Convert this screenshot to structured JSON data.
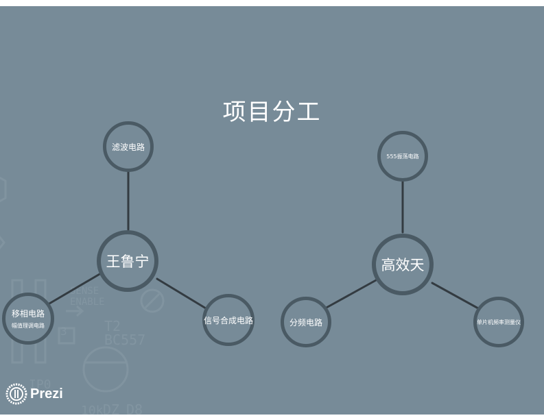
{
  "slide": {
    "title": "项目分工",
    "background": "#778b98",
    "node_border_color": "#4a5a64",
    "link_color": "#333b41"
  },
  "groups": [
    {
      "hub": {
        "label": "王鲁宁"
      },
      "leaves": [
        {
          "label": "滤波电路"
        },
        {
          "label": "移相电路",
          "sublabel": "幅值理调电路"
        },
        {
          "label": "信号合成电路"
        }
      ]
    },
    {
      "hub": {
        "label": "高效天"
      },
      "leaves": [
        {
          "label": "555振荡电路"
        },
        {
          "label": "分频电路"
        },
        {
          "label": "单片机频率测量仪"
        }
      ]
    }
  ],
  "logo": {
    "text": "Prezi",
    "icon": "prezi-logo-icon"
  }
}
